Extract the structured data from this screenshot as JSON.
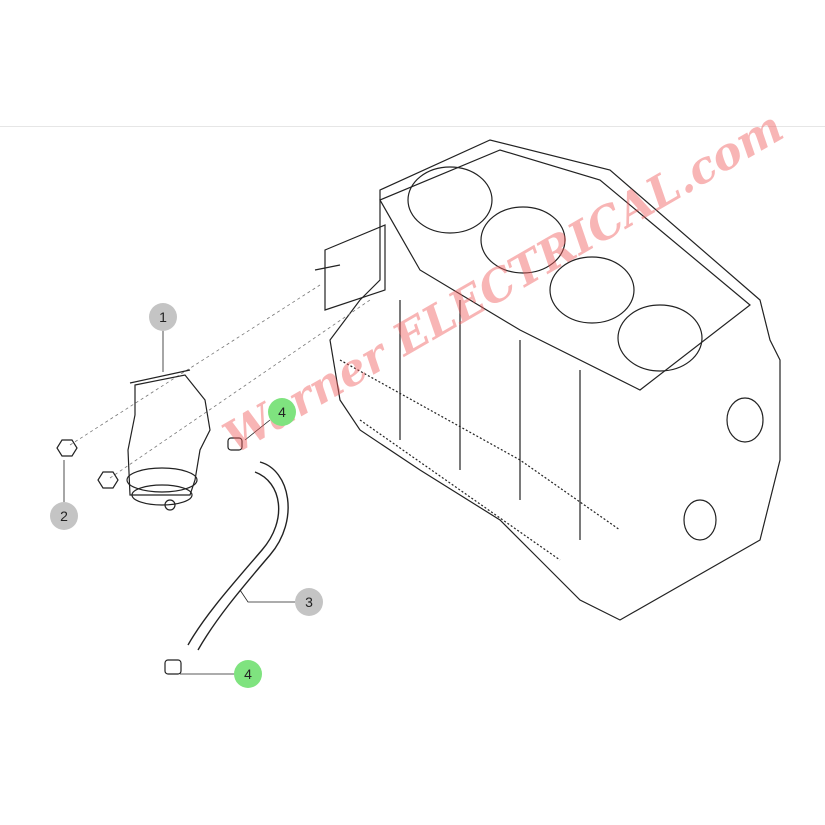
{
  "diagram": {
    "callouts": [
      {
        "label": "1",
        "part": "fuel-filter-assembly",
        "color": "#c4c4c4"
      },
      {
        "label": "2",
        "part": "nut",
        "color": "#c4c4c4"
      },
      {
        "label": "3",
        "part": "hose",
        "color": "#c4c4c4"
      },
      {
        "label": "4",
        "part": "clamp-upper",
        "color": "#7fe37f"
      },
      {
        "label": "4",
        "part": "clamp-lower",
        "color": "#7fe37f"
      }
    ],
    "watermark": "Warner ELECTRICAL.com"
  }
}
